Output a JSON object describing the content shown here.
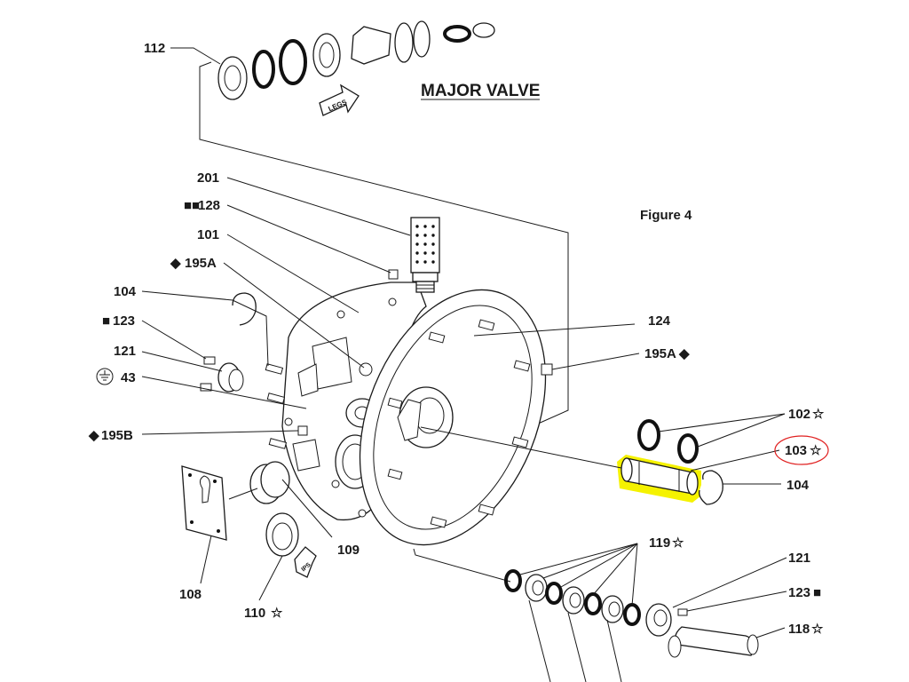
{
  "title": "MAJOR VALVE",
  "figure_label": "Figure 4",
  "legs_arrow_text": "LEGS",
  "ips_arrow_text": "IPS",
  "highlight_color": "#f5f200",
  "circle_color": "#e02020",
  "callouts": {
    "c112": "112",
    "c201": "201",
    "c128": "128",
    "c128_symbol": "■■",
    "c101": "101",
    "c195a_left": "195A",
    "c195a_left_symbol": "◆",
    "c104_left": "104",
    "c123_left": "123",
    "c123_left_symbol": "■",
    "c121_left": "121",
    "c43": "43",
    "c195b": "195B",
    "c195b_symbol": "◆",
    "c108": "108",
    "c110": "110",
    "c110_symbol": "☆",
    "c109": "109",
    "c124": "124",
    "c195a_right": "195A",
    "c195a_right_symbol": "◆",
    "c102": "102",
    "c102_symbol": "☆",
    "c103": "103",
    "c103_symbol": "☆",
    "c104_right": "104",
    "c119": "119",
    "c119_symbol": "☆",
    "c121_right": "121",
    "c123_right": "123",
    "c123_right_symbol": "■",
    "c118": "118",
    "c118_symbol": "☆"
  }
}
